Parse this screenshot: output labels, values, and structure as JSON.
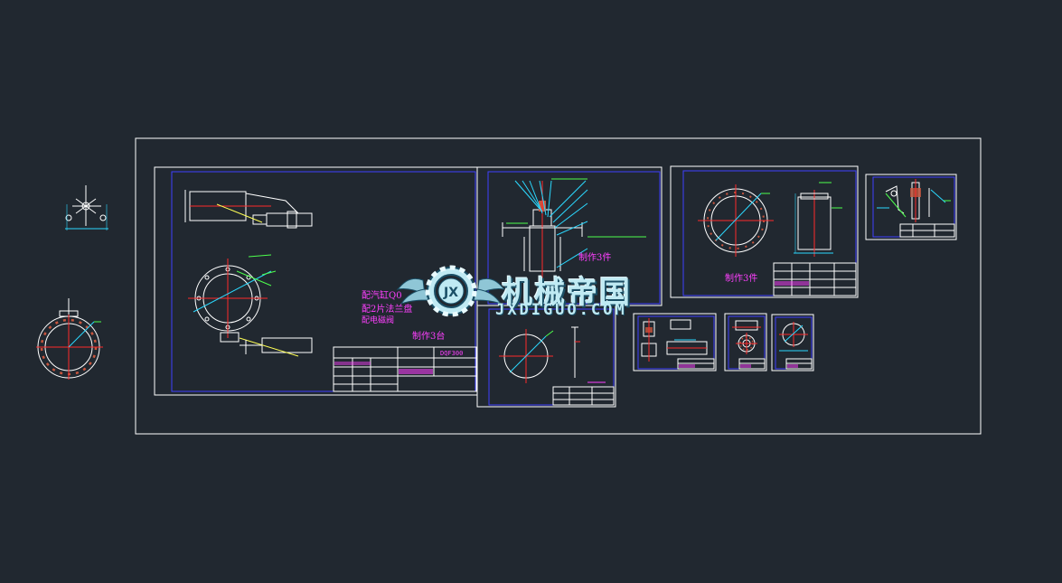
{
  "colors": {
    "background": "#212830",
    "frame": "#ffffff",
    "border": "#3f3fff",
    "geometry": "#ffffff",
    "center": "#ff2a2a",
    "dimension": "#2bd9ff",
    "leader": "#4dff4d",
    "text": "#ff40ff"
  },
  "watermark": {
    "cn": "机械帝国",
    "url": "JXDIGUO.COM",
    "logo": "gear-wings-logo"
  },
  "sheets": {
    "assembly": {
      "note_1": "配汽缸Q0",
      "note_2": "配2片法兰盘",
      "note_3": "配电磁阀",
      "qty": "制作3台",
      "title_code": "DQF300"
    },
    "part2": {
      "qty": "制作3件"
    },
    "part3": {
      "qty": "制作3件"
    }
  }
}
